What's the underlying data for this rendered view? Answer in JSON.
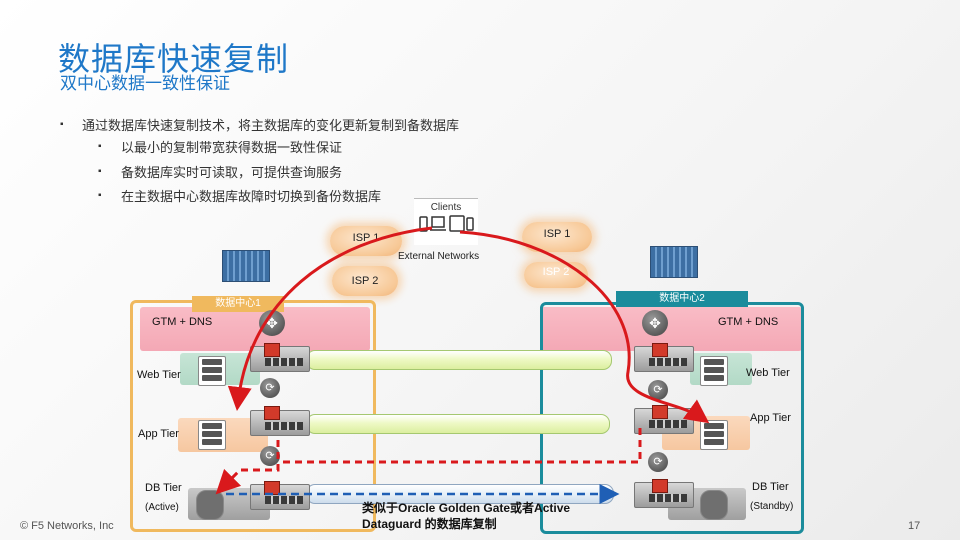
{
  "slide": {
    "title": "数据库快速复制",
    "subtitle": "双中心数据一致性保证",
    "bullets": [
      "通过数据库快速复制技术，将主数据库的变化更新复制到备数据库"
    ],
    "sub_bullets": [
      "以最小的复制带宽获得数据一致性保证",
      "备数据库实时可读取，可提供查询服务",
      "在主数据中心数据库故障时切换到备份数据库"
    ],
    "bullet_mark": "▪",
    "copyright": "© F5 Networks, Inc",
    "page_number": "17"
  },
  "diagram": {
    "clients": "Clients",
    "external_networks": "External Networks",
    "isp_left_top": "ISP 1",
    "isp_left_bottom": "ISP 2",
    "isp_right_top": "ISP 1",
    "isp_right_bottom": "ISP 2",
    "dc1": {
      "label": "数据中心1",
      "gtm": "GTM + DNS",
      "web": "Web Tier",
      "app": "App Tier",
      "db": "DB Tier",
      "db_state": "(Active)"
    },
    "dc2": {
      "label": "数据中心2",
      "gtm": "GTM + DNS",
      "web": "Web Tier",
      "app": "App Tier",
      "db": "DB Tier",
      "db_state": "(Standby)"
    },
    "replication_caption_line1": "类似于Oracle Golden Gate或者Active",
    "replication_caption_line2": "Dataguard 的数据库复制"
  },
  "colors": {
    "title": "#1f78c8",
    "dc1_frame": "#f0b95e",
    "dc2_frame": "#1b8c9c",
    "flow_arrow": "#d9191c",
    "replication_arrow": "#1f5fb5",
    "gtm_band": "#f5abb8",
    "web_band": "#b8dcca",
    "app_band": "#f8cfae",
    "db_band": "#a9a9a9"
  }
}
